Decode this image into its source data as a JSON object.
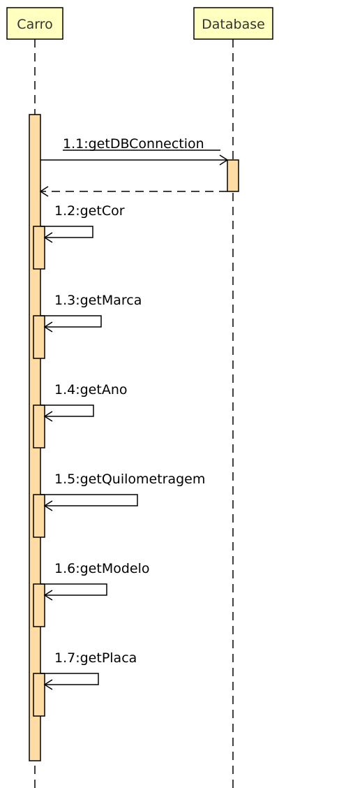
{
  "diagram": {
    "type": "uml-sequence",
    "colors": {
      "header_fill": "#ffffc0",
      "activation_fill": "#ffdca3",
      "line": "#000000"
    },
    "lifelines": [
      {
        "id": "carro",
        "label": "Carro"
      },
      {
        "id": "database",
        "label": "Database"
      }
    ],
    "messages": [
      {
        "label": "1.1:getDBConnection",
        "from": "carro",
        "to": "database",
        "kind": "call",
        "has_return": true,
        "underlined": true
      },
      {
        "label": "1.2:getCor",
        "from": "carro",
        "to": "carro",
        "kind": "self"
      },
      {
        "label": "1.3:getMarca",
        "from": "carro",
        "to": "carro",
        "kind": "self"
      },
      {
        "label": "1.4:getAno",
        "from": "carro",
        "to": "carro",
        "kind": "self"
      },
      {
        "label": "1.5:getQuilometragem",
        "from": "carro",
        "to": "carro",
        "kind": "self"
      },
      {
        "label": "1.6:getModelo",
        "from": "carro",
        "to": "carro",
        "kind": "self"
      },
      {
        "label": "1.7:getPlaca",
        "from": "carro",
        "to": "carro",
        "kind": "self"
      }
    ]
  }
}
